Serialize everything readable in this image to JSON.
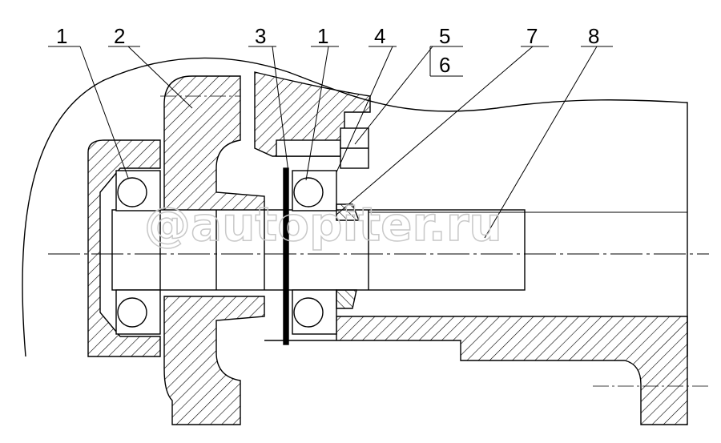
{
  "drawing": {
    "callouts": [
      {
        "id": "c1a",
        "text": "1"
      },
      {
        "id": "c2",
        "text": "2"
      },
      {
        "id": "c3",
        "text": "3"
      },
      {
        "id": "c1b",
        "text": "1"
      },
      {
        "id": "c4",
        "text": "4"
      },
      {
        "id": "c5",
        "text": "5"
      },
      {
        "id": "c6",
        "text": "6"
      },
      {
        "id": "c7",
        "text": "7"
      },
      {
        "id": "c8",
        "text": "8"
      }
    ],
    "watermark": "@autopiter.ru"
  }
}
